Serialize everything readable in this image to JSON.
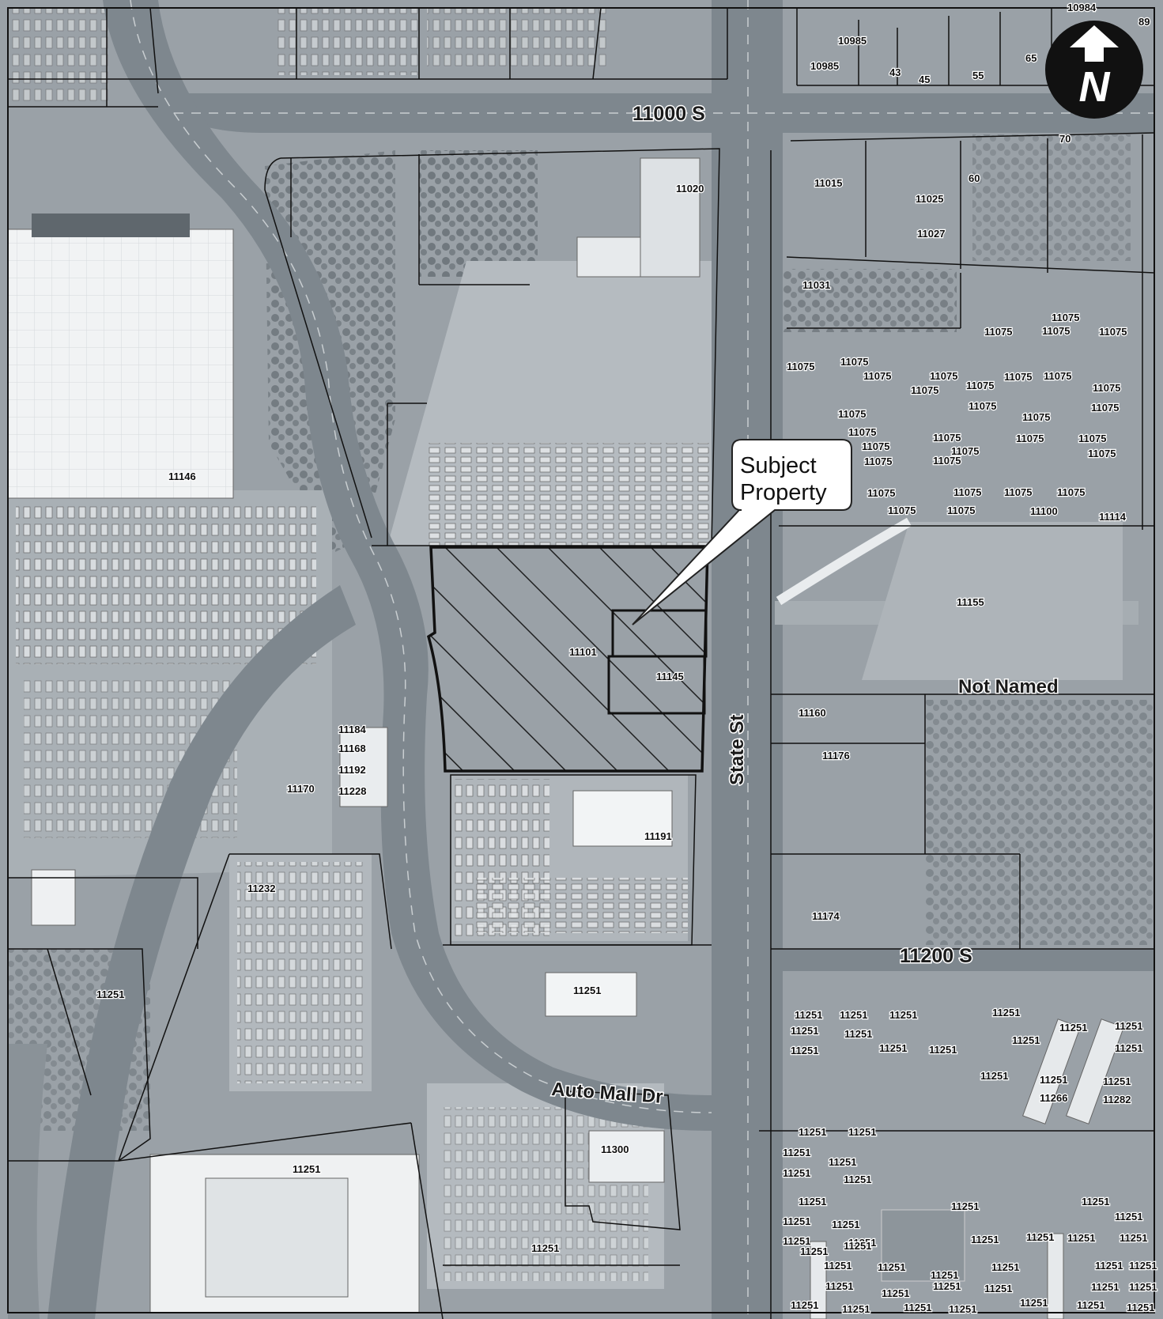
{
  "colors": {
    "aerial_base": "#9aa1a7",
    "road": "#7c858c",
    "lot": "#b3b9be",
    "vegetation": "#5d656b",
    "building": "#eef0f1",
    "parcel_line": "#111111",
    "subject_outline": "#111111"
  },
  "north_arrow": {
    "icon": "north-arrow-icon",
    "letter": "N"
  },
  "road_labels": {
    "road_11000s": "11000 S",
    "state_st": "State St",
    "not_named": "Not Named",
    "road_11200s": "11200 S",
    "auto_mall_dr": "Auto Mall Dr"
  },
  "callout": {
    "line1": "Subject",
    "line2": "Property"
  },
  "parcels": [
    "10984",
    "89",
    "10985",
    "10985",
    "43",
    "45",
    "55",
    "65",
    "11020",
    "11015",
    "11025",
    "11027",
    "60",
    "70",
    "11031",
    "11075",
    "11075",
    "11075",
    "11075",
    "11075",
    "11075",
    "11075",
    "11075",
    "11075",
    "11075",
    "11075",
    "11075",
    "11075",
    "11075",
    "11075",
    "11075",
    "11075",
    "11075",
    "11075",
    "11075",
    "11075",
    "11075",
    "11075",
    "11075",
    "11075",
    "11075",
    "11075",
    "11075",
    "11075",
    "11075",
    "11075",
    "11075",
    "11100",
    "11114",
    "11146",
    "11101",
    "11145",
    "11155",
    "11160",
    "11176",
    "11184",
    "11168",
    "11192",
    "11170",
    "11228",
    "11191",
    "11232",
    "11174",
    "11251",
    "11251",
    "11251",
    "11251",
    "11251",
    "11251",
    "11251",
    "11251",
    "11251",
    "11251",
    "11251",
    "11251",
    "11251",
    "11251",
    "11251",
    "11251",
    "11251",
    "11251",
    "11266",
    "11282",
    "11300",
    "11251",
    "11251",
    "11251",
    "11251",
    "11251",
    "11251",
    "11251",
    "11251",
    "11251",
    "11251",
    "11251",
    "11251",
    "11251",
    "11251",
    "11251",
    "11251",
    "11251",
    "11251",
    "11251",
    "11251",
    "11251",
    "11251",
    "11251",
    "11251",
    "11251",
    "11251",
    "11251",
    "11251",
    "11251",
    "11251",
    "11251",
    "11251",
    "11251",
    "11251",
    "11251",
    "11251",
    "11251",
    "11251",
    "11251",
    "11251",
    "11251"
  ]
}
